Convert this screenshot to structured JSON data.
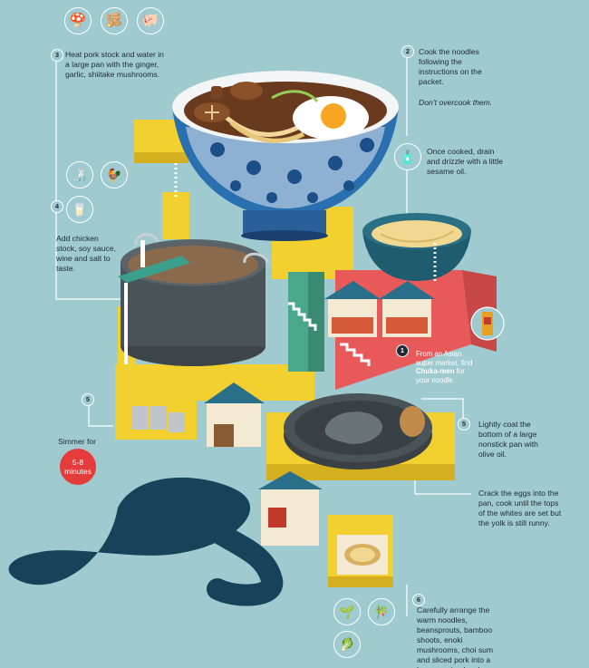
{
  "steps": {
    "step1": {
      "num": "1",
      "text_a": "From an Asian super market, find",
      "highlight": "Chuka-men",
      "text_b": "for your noodle."
    },
    "step2": {
      "num": "2",
      "text": "Cook the noodles following the instructions on the packet.",
      "note": "Don’t overcook them.",
      "followup": "Once cooked, drain and drizzle with a little sesame oil."
    },
    "step3": {
      "num": "3",
      "text": "Heat pork stock and water in a large pan with the ginger, garlic, shiitake mushrooms."
    },
    "step4": {
      "num": "4",
      "text": "Add chicken stock, soy sauce, wine and salt to taste."
    },
    "step5a": {
      "num": "5",
      "label": "Simmer for",
      "time": "5-8 minutes"
    },
    "step5b": {
      "num": "5",
      "text": "Lightly coat the bottom of a large nonstick pan with olive oil.",
      "followup": "Crack the eggs into the pan, cook until the tops of the whites are set but the yolk is still runny."
    },
    "step6": {
      "num": "6",
      "text": "Carefully arrange the warm noodles, beansprouts, bamboo shoots, enoki mushrooms, choi sum and sliced pork into a large serving bowl."
    }
  },
  "icons": [
    "mushroom-icon",
    "ginger-icon",
    "pig-icon",
    "soy-sauce-icon",
    "rooster-icon",
    "milk-bottle-icon",
    "sesame-oil-icon",
    "noodle-pack-icon",
    "beansprouts-icon",
    "bamboo-shoot-icon",
    "choi-sum-icon"
  ],
  "colors": {
    "background": "#9fcad0",
    "yellow": "#f2d02f",
    "red": "#e8595a",
    "pot": "#4a5358",
    "bowl_blue": "#2a6fb0",
    "river": "#15445a"
  }
}
